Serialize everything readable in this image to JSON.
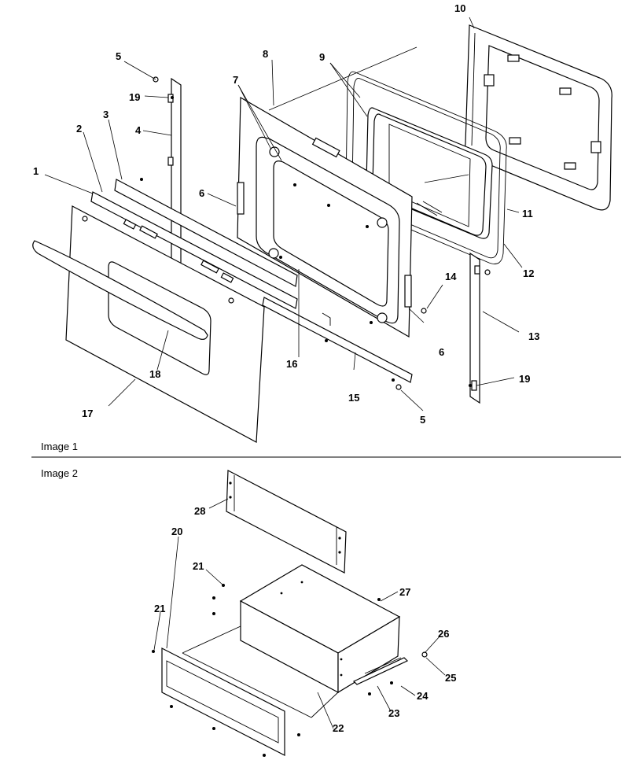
{
  "sections": [
    {
      "label": "Image 1"
    },
    {
      "label": "Image 2"
    }
  ],
  "callouts": [
    "1",
    "2",
    "3",
    "4",
    "5",
    "5",
    "6",
    "6",
    "7",
    "8",
    "9",
    "10",
    "11",
    "12",
    "13",
    "14",
    "15",
    "16",
    "17",
    "18",
    "19",
    "19",
    "20",
    "21",
    "21",
    "22",
    "23",
    "24",
    "25",
    "26",
    "27",
    "28"
  ]
}
